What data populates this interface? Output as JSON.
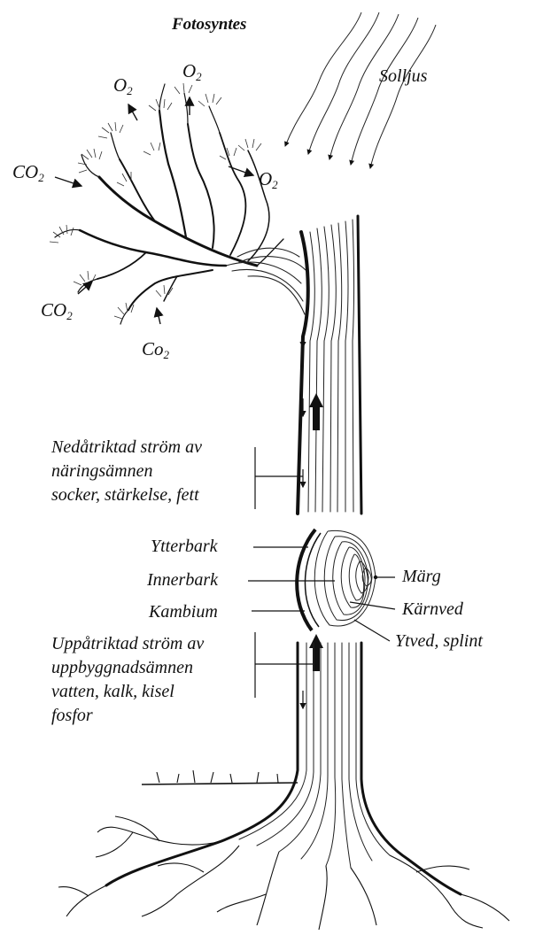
{
  "title": "Fotosyntes",
  "sunlight": "Solljus",
  "gases": {
    "o2_top_left": {
      "base": "O",
      "sub": "2"
    },
    "o2_top": {
      "base": "O",
      "sub": "2"
    },
    "o2_right": {
      "base": "O",
      "sub": "2"
    },
    "co2_left": {
      "base": "CO",
      "sub": "2"
    },
    "co2_bottom_left": {
      "base": "CO",
      "sub": "2"
    },
    "co2_bottom": {
      "base": "Co",
      "sub": "2"
    }
  },
  "downward_flow": {
    "lines": [
      "Nedåtriktad ström av",
      "näringsämnen",
      "socker, stärkelse, fett"
    ]
  },
  "cross_section": {
    "ytterbark": "Ytterbark",
    "innerbark": "Innerbark",
    "kambium": "Kambium",
    "marg": "Märg",
    "karnved": "Kärnved",
    "ytved": "Ytved, splint"
  },
  "upward_flow": {
    "lines": [
      "Uppåtriktad ström av",
      "uppbyggnadsämnen",
      "vatten, kalk, kisel",
      "fosfor"
    ]
  }
}
